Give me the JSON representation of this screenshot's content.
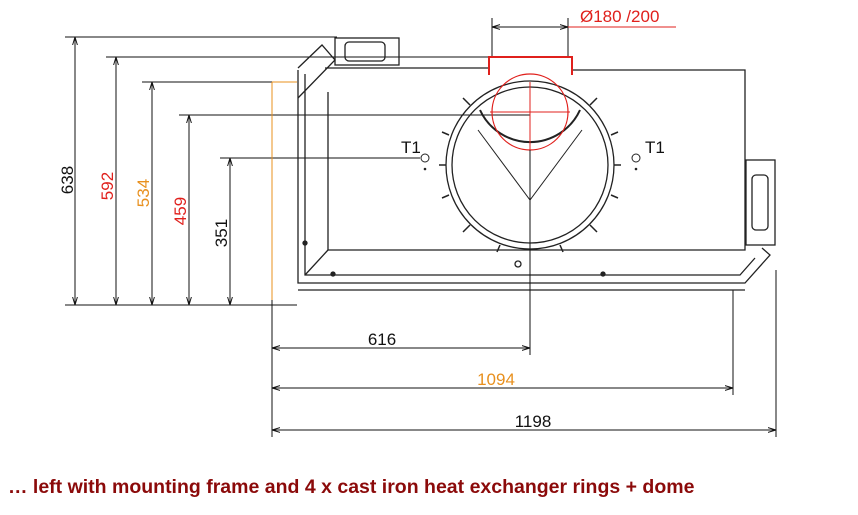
{
  "colors": {
    "black": "#111111",
    "red": "#e0201c",
    "orange": "#e8901e",
    "caption": "#8b0a0a"
  },
  "dimensions": {
    "flue_diameter": "Ø180 /200",
    "vertical": {
      "d638": "638",
      "d592": "592",
      "d534": "534",
      "d459": "459",
      "d351": "351"
    },
    "horizontal": {
      "d616": "616",
      "d1094": "1094",
      "d1198": "1198"
    }
  },
  "labels": {
    "t1_left": "T1",
    "t1_right": "T1"
  },
  "caption": "… left with mounting frame and 4 x cast iron heat exchanger rings + dome"
}
